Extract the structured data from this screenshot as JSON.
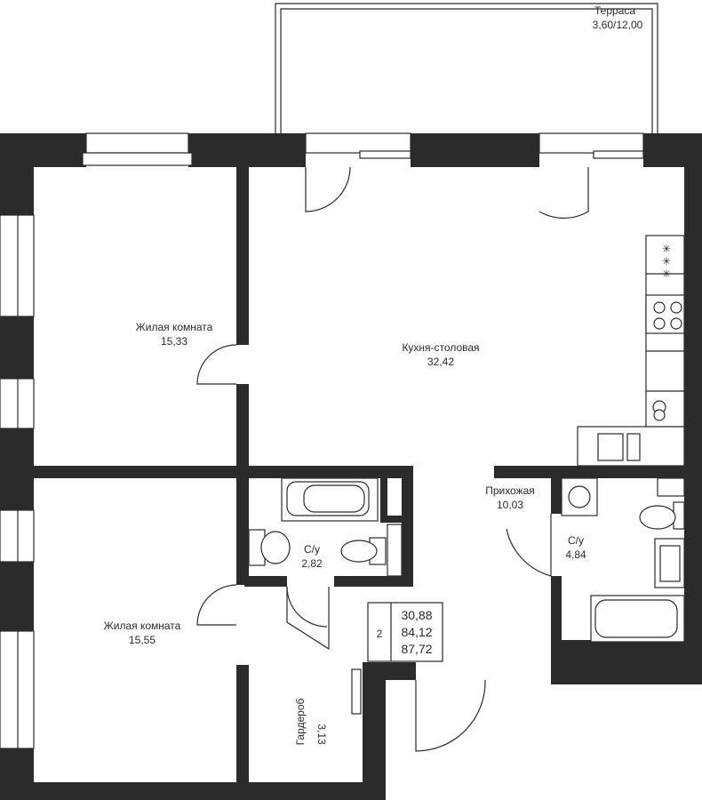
{
  "terrace": {
    "name": "Терраса",
    "area": "3,60/12,00"
  },
  "rooms": {
    "living_room_1": {
      "name": "Жилая комната",
      "area": "15,33"
    },
    "kitchen_dining": {
      "name": "Кухня-столовая",
      "area": "32,42"
    },
    "hallway": {
      "name": "Прихожая",
      "area": "10,03"
    },
    "bathroom_1": {
      "name": "С/у",
      "area": "2,82"
    },
    "bathroom_2": {
      "name": "С/у",
      "area": "4,84"
    },
    "living_room_2": {
      "name": "Жилая комната",
      "area": "15,55"
    },
    "wardrobe": {
      "name": "Гардероб",
      "area": "3,13"
    }
  },
  "summary": {
    "rooms_count": "2",
    "living_area": "30,88",
    "total_area": "84,12",
    "total_with_terrace": "87,72"
  }
}
